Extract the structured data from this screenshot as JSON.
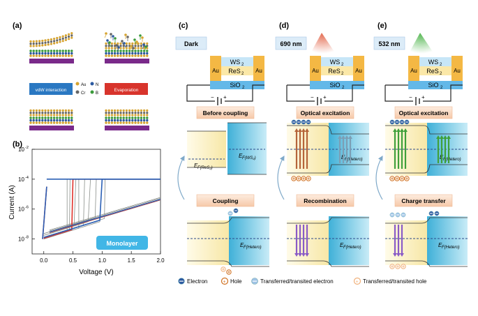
{
  "panels": {
    "a": "(a)",
    "b": "(b)",
    "c": "(c)",
    "d": "(d)",
    "e": "(e)"
  },
  "legend_a": {
    "au": "Au",
    "n": "N",
    "cr": "Cr",
    "b": "B",
    "vdw": "vdW interaction",
    "evap": "Evaporation"
  },
  "chart": {
    "ylabel": "Current (A)",
    "xlabel": "Voltage (V)",
    "badge": "Monolayer",
    "yticks": [
      "10",
      "10",
      "10",
      "10"
    ],
    "yexp": [
      "-2",
      "-4",
      "-6",
      "-8"
    ],
    "xticks": [
      "0.0",
      "0.5",
      "1.0",
      "1.5",
      "2.0"
    ]
  },
  "chart_data": {
    "type": "line",
    "xlabel": "Voltage (V)",
    "ylabel": "Current (A)",
    "xlim": [
      -0.2,
      2.0
    ],
    "ylim": [
      1e-09,
      0.01
    ],
    "yscale": "log",
    "compliance": 0.0001,
    "set_voltages": [
      0.4,
      0.45,
      0.5,
      0.55,
      0.6,
      0.7,
      0.8,
      0.9,
      1.0,
      1.05
    ]
  },
  "headers": {
    "c": "Dark",
    "d": "690 nm",
    "e": "532 nm"
  },
  "device": {
    "top": "WS",
    "mid": "ReS",
    "bot": "SiO",
    "sub": "2",
    "au": "Au"
  },
  "titles": {
    "c1": "Before coupling",
    "c2": "Coupling",
    "d1": "Optical excitation",
    "d2": "Recombination",
    "e1": "Optical excitation",
    "e2": "Charge transfer"
  },
  "fermi": {
    "ef": "E",
    "ws2": "F(WS₂)",
    "res2": "F(ReS₂)",
    "hetero": "F(Hetero)"
  },
  "legend": {
    "electron": "Electron",
    "hole": "Hole",
    "te": "Transferred/transited electron",
    "th": "Transferred/transited hole"
  }
}
